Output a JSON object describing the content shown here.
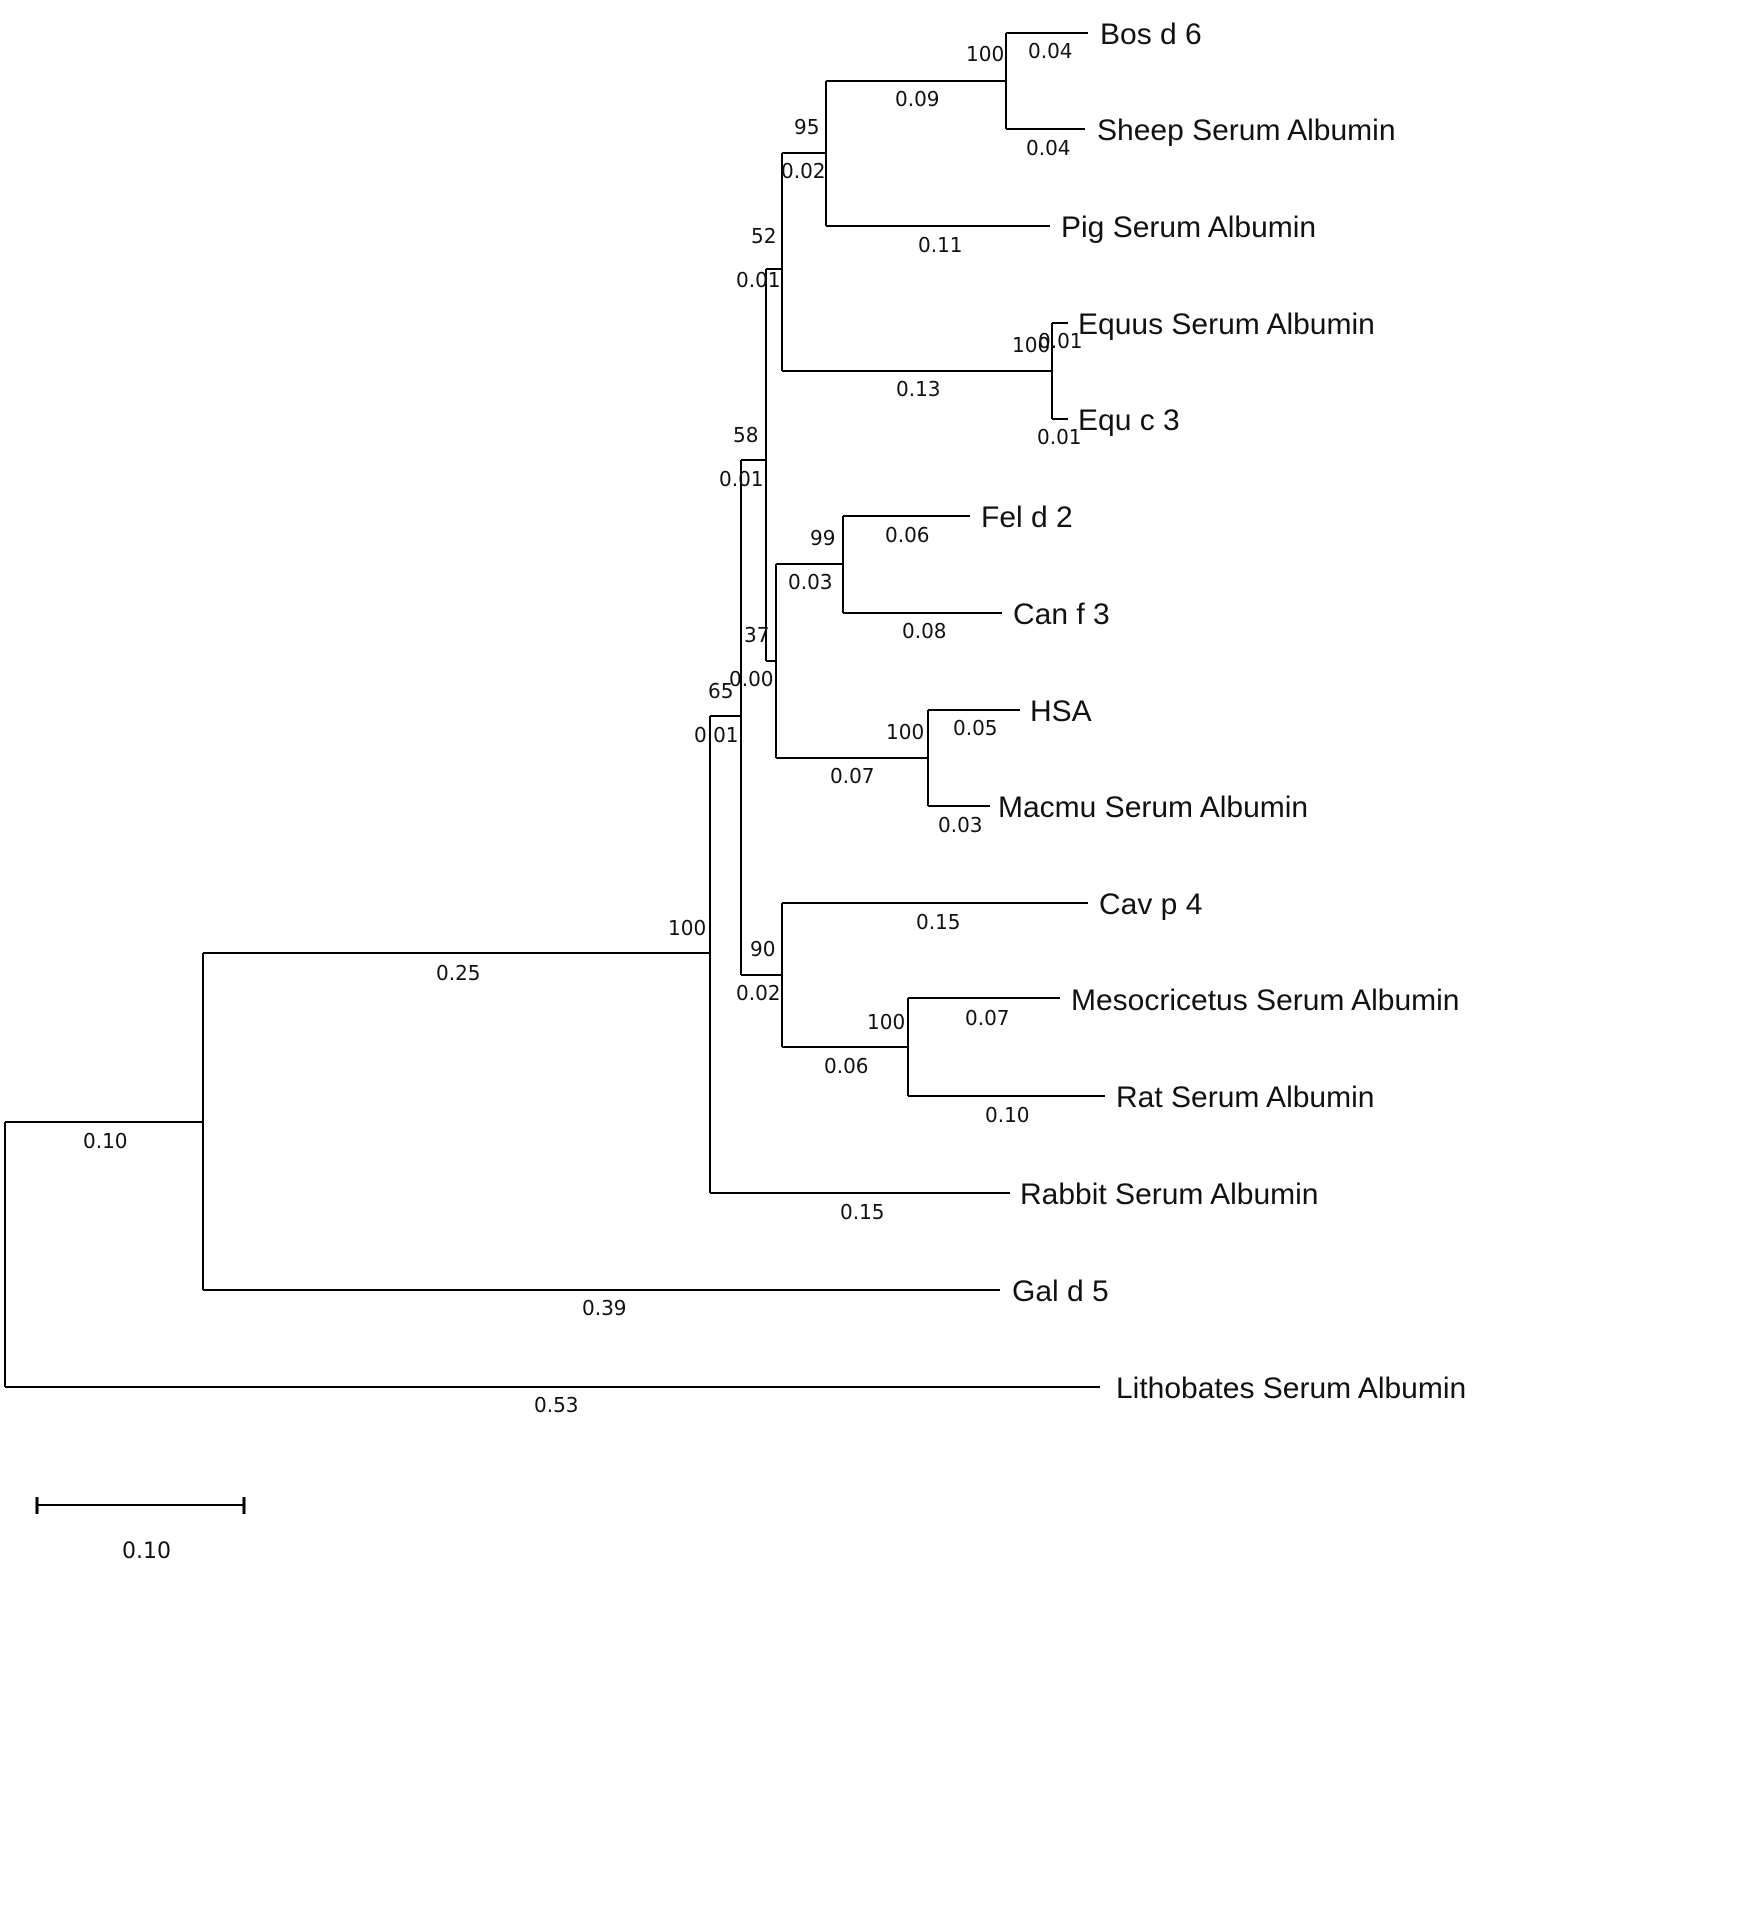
{
  "tree": {
    "taxa": {
      "bos": "Bos d 6",
      "sheep": "Sheep Serum Albumin",
      "pig": "Pig Serum Albumin",
      "equus": "Equus Serum Albumin",
      "equc3": "Equ c 3",
      "feld2": "Fel d 2",
      "canf3": "Can f 3",
      "hsa": "HSA",
      "macmu": "Macmu Serum Albumin",
      "cavp4": "Cav p 4",
      "meso": "Mesocricetus Serum Albumin",
      "rat": "Rat Serum Albumin",
      "rabbit": "Rabbit Serum Albumin",
      "gald5": "Gal d 5",
      "litho": "Lithobates Serum Albumin"
    },
    "branch_lengths": {
      "bos": "0.04",
      "sheep": "0.04",
      "bovid_clade": "0.09",
      "pig": "0.11",
      "artio_clade": "0.02",
      "equus": "0.01",
      "equc3": "0.01",
      "equid_clade": "0.13",
      "ungulate_clade": "0.01",
      "feld2": "0.06",
      "canf3": "0.08",
      "carnivore_clade": "0.03",
      "hsa": "0.05",
      "macmu": "0.03",
      "primate_clade": "0.07",
      "carn_primate_clade": "0.00",
      "mammal_core_clade": "0.01",
      "cavp4": "0.15",
      "meso": "0.07",
      "rat": "0.10",
      "muroid_clade": "0.06",
      "rodent_clade": "0.02",
      "placental_core_clade": "0.01",
      "rabbit": "0.15",
      "mammal_clade": "0.25",
      "gald5": "0.39",
      "amniote_clade": "0.10",
      "litho": "0.53"
    },
    "support": {
      "bovid": "100",
      "artio": "95",
      "ungulate": "52",
      "equid": "100",
      "mammal_core": "58",
      "carnivore": "99",
      "carn_primate": "37",
      "primate": "100",
      "placental_core": "65",
      "rodent": "90",
      "muroid": "100",
      "mammal": "100"
    },
    "scale_bar": {
      "value": 0.1,
      "label": "0.10"
    }
  }
}
